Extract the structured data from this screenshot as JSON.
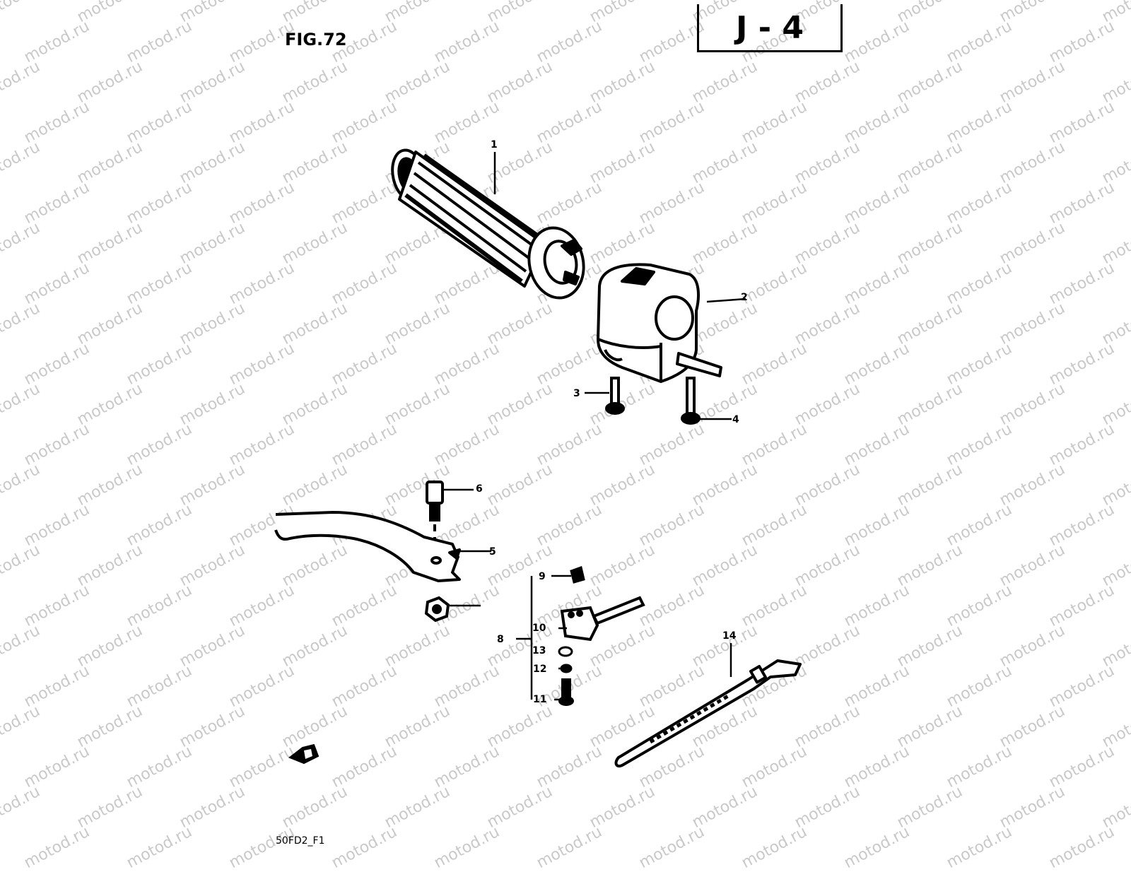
{
  "figure": {
    "label": "FIG.72",
    "section_code": "J - 4",
    "footer_code": "50FD2_F1"
  },
  "watermark": {
    "text": "motod.ru",
    "color": "#c9c9c9"
  },
  "parts": {
    "p1": "1",
    "p2": "2",
    "p3": "3",
    "p4": "4",
    "p5": "5",
    "p6": "6",
    "p8": "8",
    "p9": "9",
    "p10": "10",
    "p11": "11",
    "p12": "12",
    "p13": "13",
    "p14": "14"
  },
  "icons": {
    "front_arrow": "front-arrow-icon"
  }
}
